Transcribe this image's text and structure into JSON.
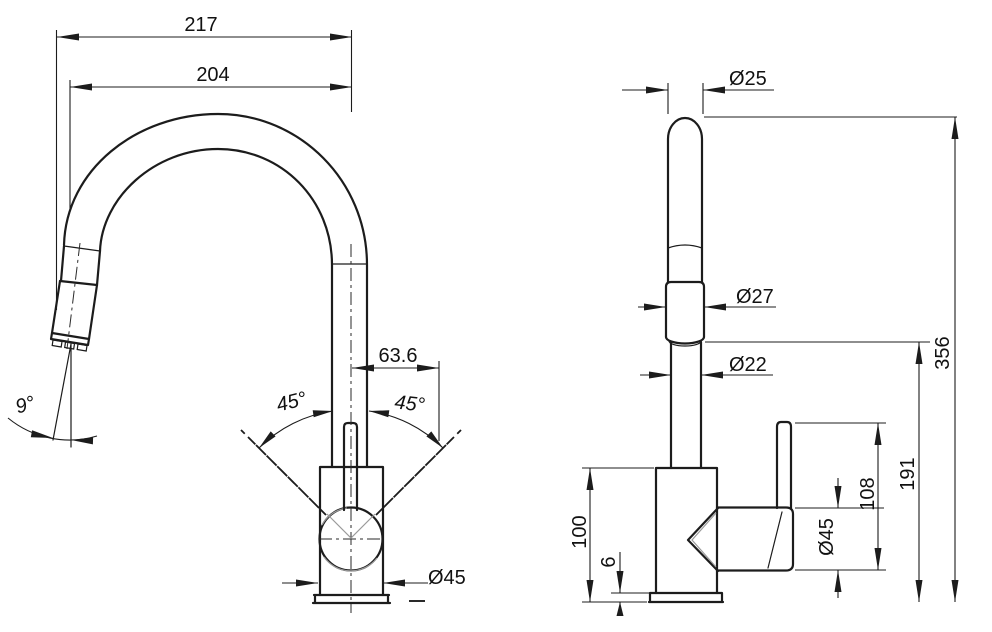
{
  "drawing": {
    "type": "technical_drawing",
    "subject": "pull-out kitchen faucet dimensional drawing",
    "units": "mm",
    "colors": {
      "line": "#1c1c1c",
      "background": "#ffffff",
      "construction": "#9a9a9a"
    },
    "front_view": {
      "dims": {
        "total_reach": "217",
        "spout_reach": "204",
        "handle_offset": "63.6",
        "swivel_left": "45°",
        "swivel_right": "45°",
        "spray_angle": "9°",
        "body_diameter": "Ø45"
      }
    },
    "side_view": {
      "dims": {
        "spout_tube_diameter": "Ø25",
        "collar_diameter": "Ø27",
        "joint_diameter": "Ø22",
        "overall_height": "356",
        "joint_height": "191",
        "handle_length": "108",
        "handle_housing_diameter": "Ø45",
        "body_height": "100",
        "base_thickness": "6"
      }
    }
  }
}
